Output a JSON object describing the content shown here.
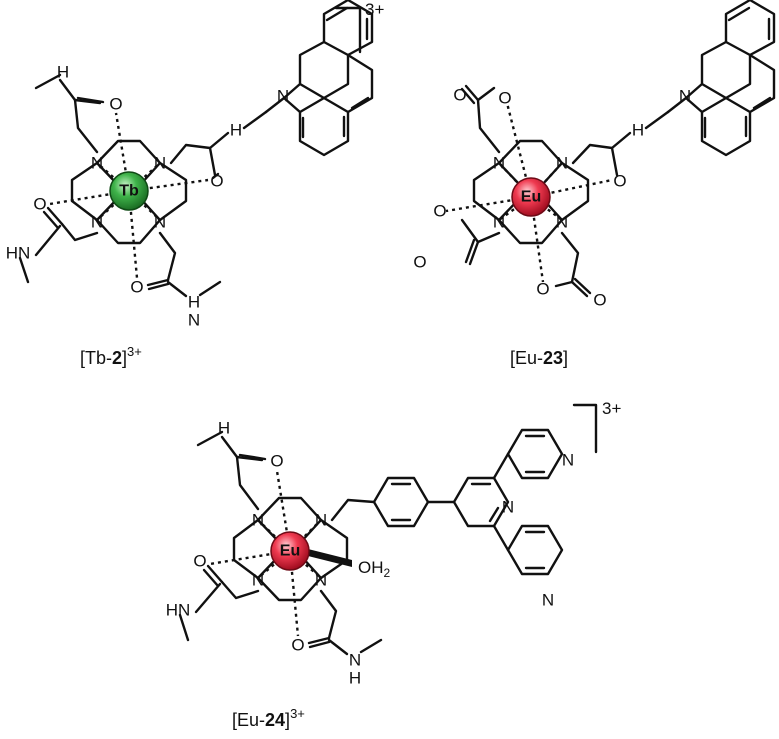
{
  "molecules": [
    {
      "id": "tb2",
      "metal": "Tb",
      "charge": "3+",
      "caption_prefix": "[Tb-",
      "caption_number": "2",
      "caption_suffix": "]",
      "caption_sup": "3+",
      "metal_color": "#2e9e3a"
    },
    {
      "id": "eu23",
      "metal": "Eu",
      "charge": "",
      "caption_prefix": "[Eu-",
      "caption_number": "23",
      "caption_suffix": "]",
      "caption_sup": "",
      "metal_color": "#e0243a"
    },
    {
      "id": "eu24",
      "metal": "Eu",
      "charge": "3+",
      "caption_prefix": "[Eu-",
      "caption_number": "24",
      "caption_suffix": "]",
      "caption_sup": "3+",
      "metal_color": "#e0243a",
      "aqua_ligand": "OH",
      "aqua_sub": "2"
    }
  ],
  "atoms": {
    "N": "N",
    "O": "O",
    "H": "H",
    "HN": "HN"
  }
}
